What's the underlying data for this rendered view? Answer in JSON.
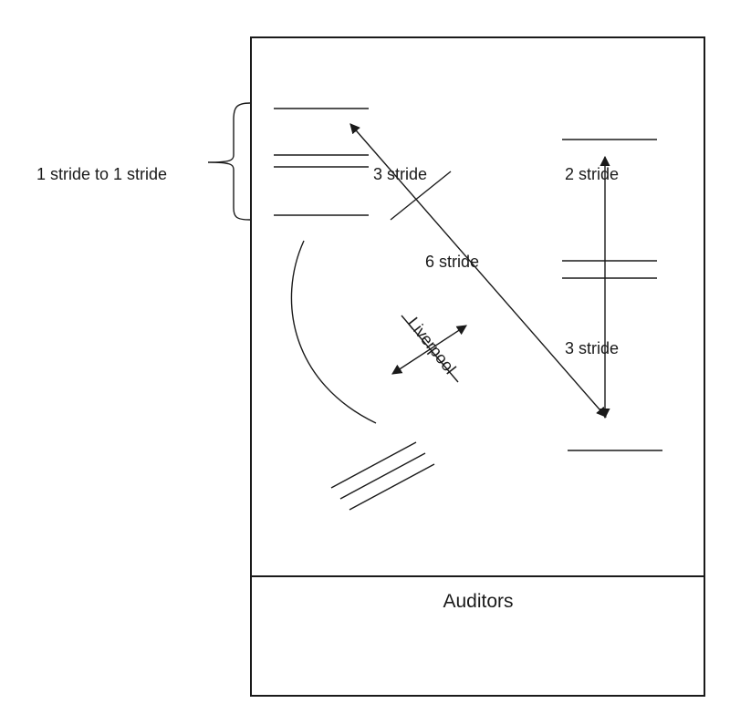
{
  "labels": {
    "combination_note": "1 stride to 1 stride",
    "dist_diagonal_upper": "3 stride",
    "dist_vertical_upper": "2 stride",
    "dist_diagonal_long": "6 stride",
    "dist_vertical_lower": "3 stride",
    "liverpool": "Liverpool",
    "auditors": "Auditors"
  },
  "colors": {
    "ink": "#1a1a1a",
    "background": "#ffffff"
  }
}
